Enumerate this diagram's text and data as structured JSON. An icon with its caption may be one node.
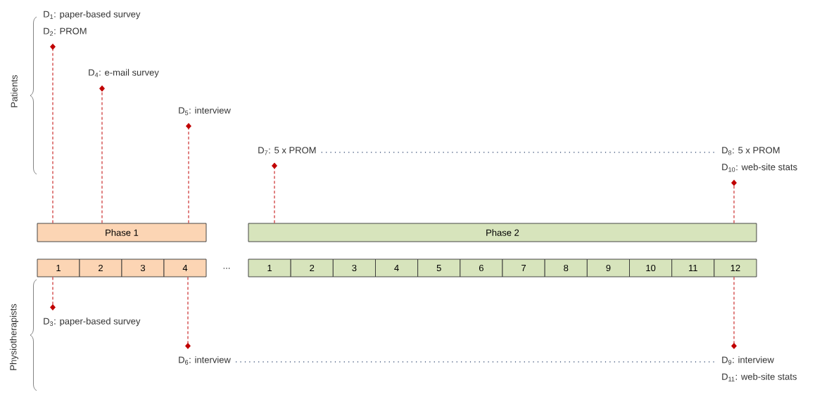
{
  "diagram": {
    "nodes": [
      {
        "text": [
          "D$_{1}$: paper-based survey",
          "D$_{2}$: PROM"
        ]
      },
      {
        "text": [
          "D$_{4}$: e-mail survey"
        ]
      },
      {
        "text": [
          "D$_{5}$: interview"
        ]
      },
      {
        "text": [
          "D$_{7}$: 5 x PROM"
        ]
      },
      {
        "text": [
          "D$_{8}$: 5 x PROM",
          "D$_{10}$: web-site stats"
        ]
      },
      {
        "text": [
          "Phase 1"
        ]
      },
      {
        "text": [
          "Phase 2"
        ]
      },
      {
        "text": [
          "1"
        ]
      },
      {
        "text": [
          "2"
        ]
      },
      {
        "text": [
          "3"
        ]
      },
      {
        "text": [
          "4"
        ]
      },
      {
        "text": [
          "1"
        ]
      },
      {
        "text": [
          "2"
        ]
      },
      {
        "text": [
          "3"
        ]
      },
      {
        "text": [
          "4"
        ]
      },
      {
        "text": [
          "5"
        ]
      },
      {
        "text": [
          "6"
        ]
      },
      {
        "text": [
          "7"
        ]
      },
      {
        "text": [
          "8"
        ]
      },
      {
        "text": [
          "9"
        ]
      },
      {
        "text": [
          "10"
        ]
      },
      {
        "text": [
          "11"
        ]
      },
      {
        "text": [
          "12"
        ]
      },
      {
        "text": [
          "D$_{3}$: paper-based survey"
        ]
      },
      {
        "text": [
          "D$_{6}$: interview"
        ]
      },
      {
        "text": [
          "D$_{9}$: interview",
          "D$_{11}$: web-site stats"
        ]
      }
    ],
    "edges": [
      {
        "from": 5,
        "to": 0,
        "arrow": "other"
      },
      {
        "from": 5,
        "to": 1,
        "arrow": "other"
      },
      {
        "from": 5,
        "to": 2,
        "arrow": "other"
      },
      {
        "from": 6,
        "to": 3,
        "arrow": "other"
      },
      {
        "from": 6,
        "to": 4,
        "arrow": "other"
      },
      {
        "from": 7,
        "to": 23,
        "arrow": "other"
      },
      {
        "from": 10,
        "to": 24,
        "arrow": "other"
      },
      {
        "from": 22,
        "to": 25,
        "arrow": "other"
      },
      {
        "from": 3,
        "to": 4,
        "arrow": "none",
        "style": "dashed",
        "color": "#1f3864"
      },
      {
        "from": 24,
        "to": 25,
        "arrow": "none",
        "style": "dashed",
        "color": "#1f3864"
      }
    ],
    "labels": [
      "Patients",
      "...",
      "Physiotherapists"
    ]
  }
}
